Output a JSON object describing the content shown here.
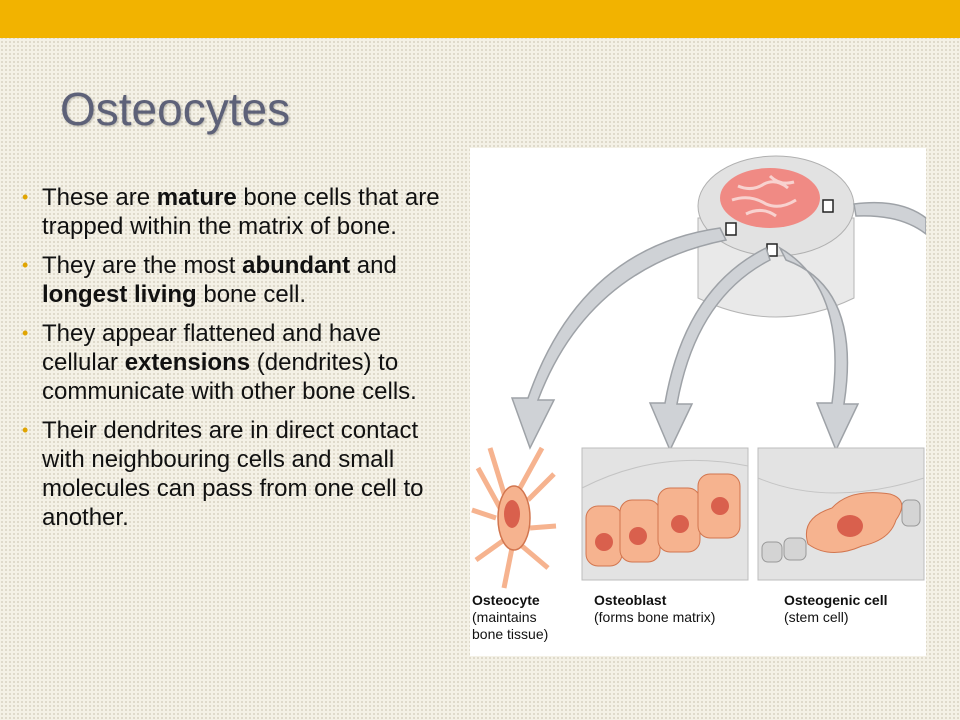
{
  "slide": {
    "title": "Osteocytes",
    "bullets": [
      {
        "parts": [
          {
            "t": "These are ",
            "b": false
          },
          {
            "t": "mature",
            "b": true
          },
          {
            "t": " bone cells that are trapped within the matrix of bone.",
            "b": false
          }
        ]
      },
      {
        "parts": [
          {
            "t": "They are the most ",
            "b": false
          },
          {
            "t": "abundant",
            "b": true
          },
          {
            "t": " and ",
            "b": false
          },
          {
            "t": "longest living",
            "b": true
          },
          {
            "t": " bone cell.",
            "b": false
          }
        ]
      },
      {
        "parts": [
          {
            "t": "They appear flattened and have cellular ",
            "b": false
          },
          {
            "t": "extensions",
            "b": true
          },
          {
            "t": " (dendrites) to communicate with other bone cells.",
            "b": false
          }
        ]
      },
      {
        "parts": [
          {
            "t": "Their dendrites are in direct contact with neighbouring cells and small molecules can pass from one cell to another.",
            "b": false
          }
        ]
      }
    ]
  },
  "figure": {
    "captions": [
      {
        "name": "Osteocyte",
        "desc1": "(maintains",
        "desc2": "bone tissue)"
      },
      {
        "name": "Osteoblast",
        "desc1": "(forms bone matrix)",
        "desc2": ""
      },
      {
        "name": "Osteogenic cell",
        "desc1": "(stem cell)",
        "desc2": ""
      }
    ]
  },
  "colors": {
    "accent_bar": "#f2b300",
    "title": "#5d6178",
    "bullet": "#e0a400",
    "cell": "#f6b38f",
    "nucleus": "#d9604d"
  }
}
